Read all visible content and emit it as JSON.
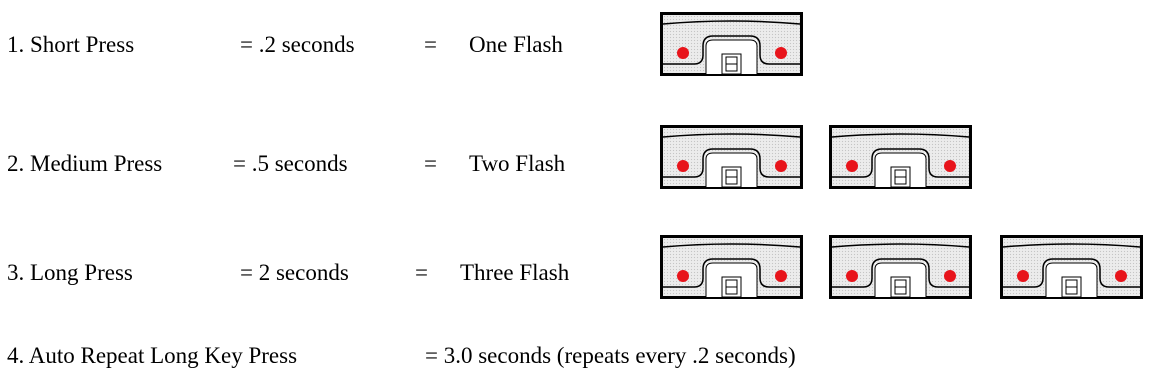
{
  "rows": [
    {
      "label": "1. Short Press",
      "eq1": "= .2 seconds",
      "eq2": "=",
      "result": "One Flash",
      "flashes": 1
    },
    {
      "label": "2. Medium Press",
      "eq1": "= .5 seconds",
      "eq2": "=",
      "result": "Two Flash",
      "flashes": 2
    },
    {
      "label": "3. Long Press",
      "eq1": "= 2 seconds",
      "eq2": "=",
      "result": "Three Flash",
      "flashes": 3
    }
  ],
  "auto_repeat": {
    "label": "4. Auto Repeat Long Key Press",
    "value": "= 3.0 seconds (repeats every .2 seconds)"
  },
  "colors": {
    "led": "#e8141b",
    "panel_fill": "#ececec",
    "panel_stroke": "#000000"
  },
  "icons": {
    "panel": "keypad-panel-with-red-led-indicators"
  }
}
